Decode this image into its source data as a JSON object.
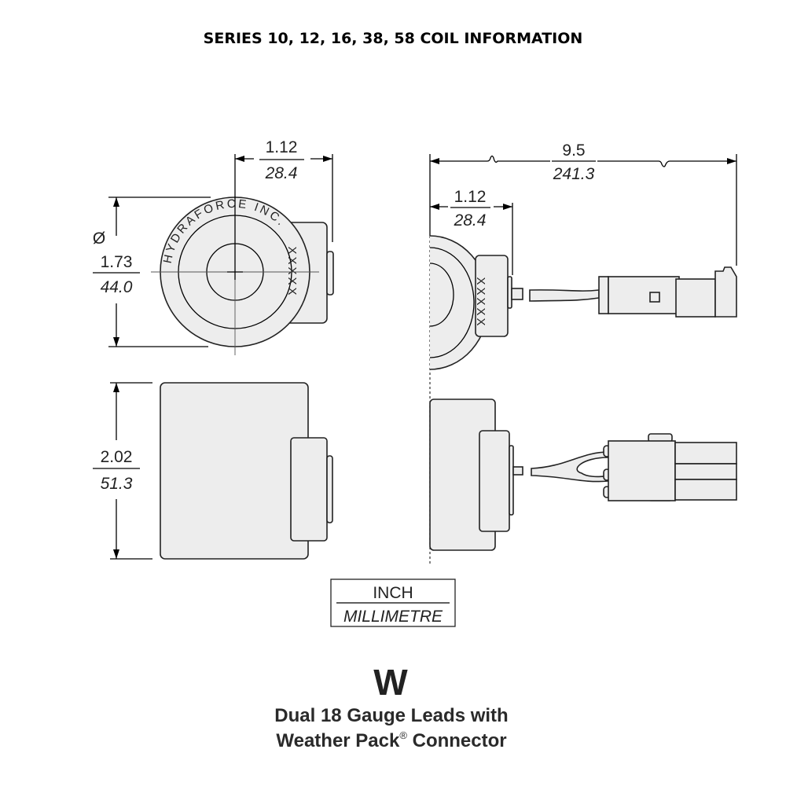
{
  "title": "SERIES 10, 12, 16, 38, 58 COIL INFORMATION",
  "left_view": {
    "offset_inch": "1.12",
    "offset_mm": "28.4",
    "diameter_symbol": "Ø",
    "diameter_inch": "1.73",
    "diameter_mm": "44.0",
    "coil_marking": "HYDRAFORCE INC.",
    "coil_code": "XXXXX",
    "height_inch": "2.02",
    "height_mm": "51.3"
  },
  "right_view": {
    "lead_length_inch": "9.5",
    "lead_length_mm": "241.3",
    "offset_inch": "1.12",
    "offset_mm": "28.4",
    "coil_code": "XXXXX"
  },
  "units_legend": {
    "top": "INCH",
    "bottom": "MILLIMETRE"
  },
  "option": {
    "code": "W",
    "line1": "Dual 18 Gauge Leads with",
    "line2_main": "Weather Pack",
    "line2_mark": "®",
    "line2_end": " Connector"
  }
}
